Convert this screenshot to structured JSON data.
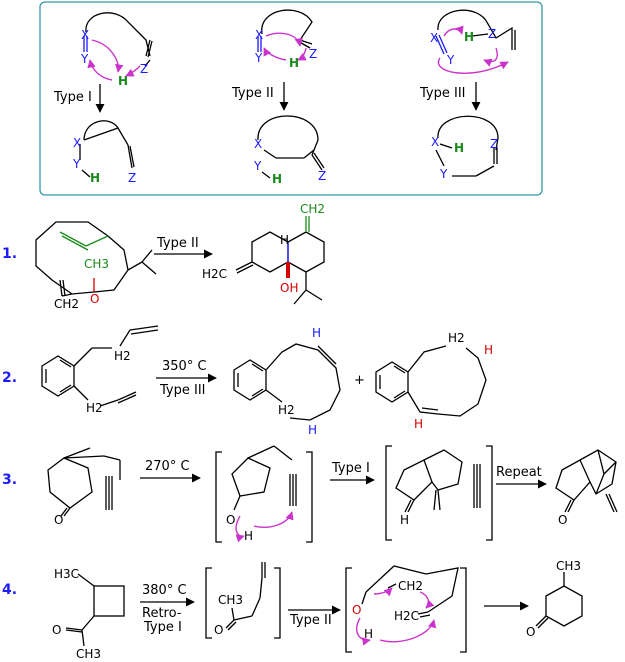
{
  "colors": {
    "box_border": "#3399aa",
    "heteroatom_blue": "#1a1aff",
    "hydrogen_green": "#1a8a1a",
    "oxygen_red": "#d40000",
    "arrow_magenta": "#cc33cc",
    "step_number_blue": "#1a1aff"
  },
  "legend": {
    "types": [
      {
        "label": "Type I",
        "atoms": {
          "x": "X",
          "y": "Y",
          "h": "H",
          "z": "Z"
        }
      },
      {
        "label": "Type II",
        "atoms": {
          "x": "X",
          "y": "Y",
          "h": "H",
          "z": "Z"
        }
      },
      {
        "label": "Type III",
        "atoms": {
          "x": "X",
          "y": "Y",
          "h": "H",
          "z": "Z"
        }
      }
    ]
  },
  "examples": [
    {
      "number": "1.",
      "conditions": [
        "Type II"
      ],
      "atom_labels": [
        "CH3",
        "CH2",
        "O",
        "CH2",
        "H2C",
        "OH",
        "H"
      ]
    },
    {
      "number": "2.",
      "conditions": [
        "350° C",
        "Type III"
      ],
      "atom_labels": [
        "H2",
        "H2",
        "H",
        "H2",
        "H",
        "H2",
        "H",
        "H"
      ],
      "plus": "+"
    },
    {
      "number": "3.",
      "conditions": [
        "270° C",
        "Type I",
        "Repeat"
      ],
      "atom_labels": [
        "O",
        "O",
        "H",
        "O"
      ]
    },
    {
      "number": "4.",
      "conditions": [
        "380° C",
        "Retro-",
        "Type I",
        "Type II"
      ],
      "atom_labels": [
        "H3C",
        "O",
        "CH3",
        "CH3",
        "O",
        "CH2",
        "H2C",
        "O",
        "H",
        "CH3",
        "O"
      ]
    }
  ]
}
